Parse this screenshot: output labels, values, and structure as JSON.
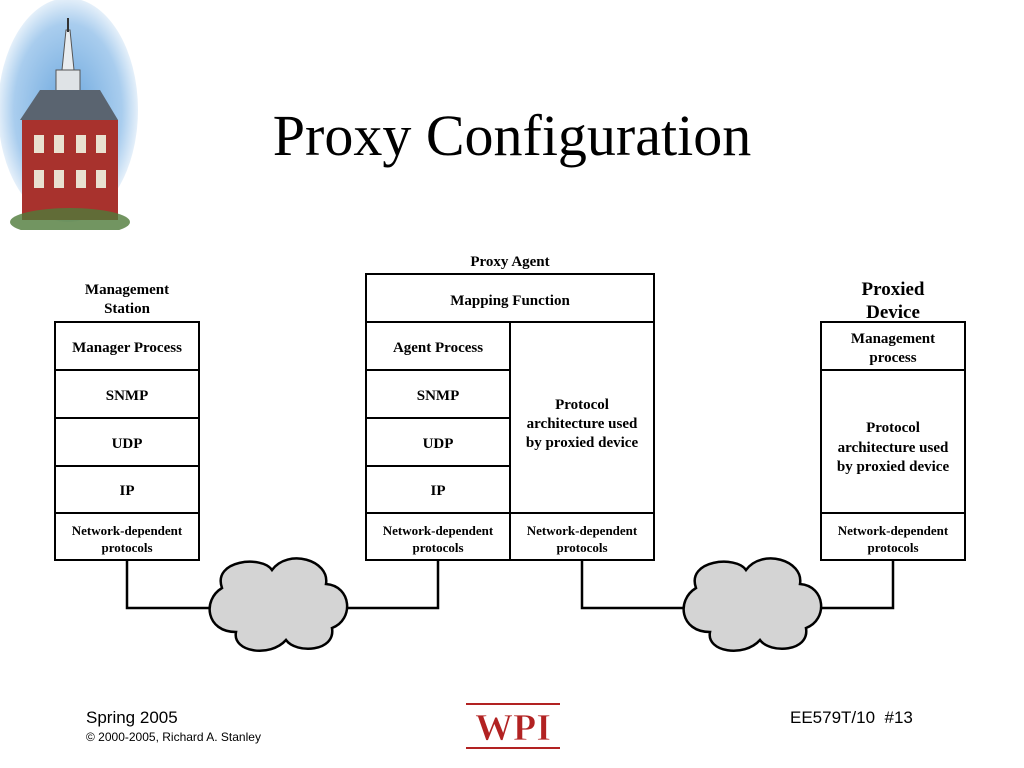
{
  "slide": {
    "title": "Proxy Configuration"
  },
  "diagram": {
    "management_station": {
      "title_line1": "Management",
      "title_line2": "Station",
      "layers": [
        "Manager Process",
        "SNMP",
        "UDP",
        "IP"
      ],
      "network_line1": "Network-dependent",
      "network_line2": "protocols"
    },
    "proxy_agent": {
      "title": "Proxy Agent",
      "mapping_function": "Mapping Function",
      "layers": [
        "Agent Process",
        "SNMP",
        "UDP",
        "IP"
      ],
      "network_left_line1": "Network-dependent",
      "network_left_line2": "protocols",
      "protocol_line1": "Protocol",
      "protocol_line2": "architecture used",
      "protocol_line3": "by proxied device",
      "network_right_line1": "Network-dependent",
      "network_right_line2": "protocols"
    },
    "proxied_device": {
      "title_line1": "Proxied",
      "title_line2": "Device",
      "management_line1": "Management",
      "management_line2": "process",
      "protocol_line1": "Protocol",
      "protocol_line2": "architecture used",
      "protocol_line3": "by proxied device",
      "network_line1": "Network-dependent",
      "network_line2": "protocols"
    }
  },
  "footer": {
    "term": "Spring 2005",
    "copyright": "© 2000-2005, Richard A. Stanley",
    "course": "EE579T/10  #13",
    "logo_text": "WPI"
  },
  "colors": {
    "cloud_fill": "#d4d4d4",
    "logo_red": "#b22222",
    "sky_blue": "#7fb2e0",
    "building_red": "#a8322d"
  }
}
